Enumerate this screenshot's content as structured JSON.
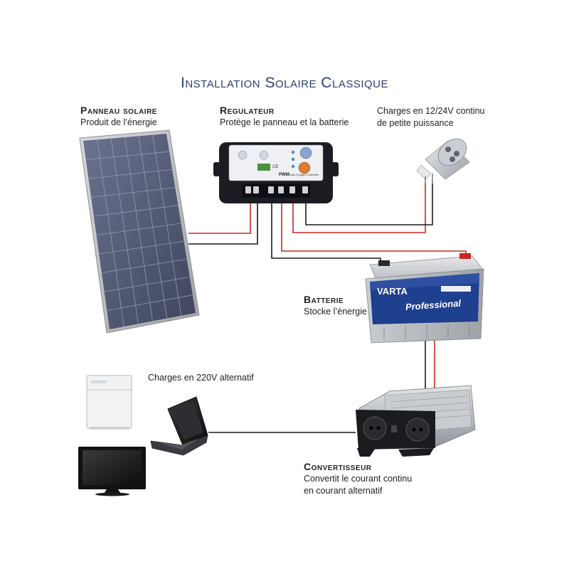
{
  "title": "Installation Solaire Classique",
  "labels": {
    "panel": {
      "heading": "Panneau solaire",
      "text": "Produit de l’énergie"
    },
    "regulator": {
      "heading": "Regulateur",
      "text": "Protège le panneau et la batterie"
    },
    "dc_loads": {
      "line1": "Charges en 12/24V continu",
      "line2": "de petite puissance"
    },
    "battery": {
      "heading": "Batterie",
      "text": "Stocke l’énergie"
    },
    "ac_loads": {
      "text": "Charges en 220V alternatif"
    },
    "inverter": {
      "heading": "Convertisseur",
      "line1": "Convertit le courant continu",
      "line2": "en courant alternatif"
    }
  },
  "device_text": {
    "battery_brand": "VARTA",
    "battery_model": "Professional",
    "regulator_model": "PWM",
    "regulator_sub": "Solar Charge Controller",
    "regulator_ce": "CE"
  },
  "colors": {
    "title": "#2d3e73",
    "wire_red": "#c8281e",
    "wire_black": "#1a1a1a",
    "battery_blue": "#1f3f8f",
    "panel_cell": "#4b5470"
  }
}
